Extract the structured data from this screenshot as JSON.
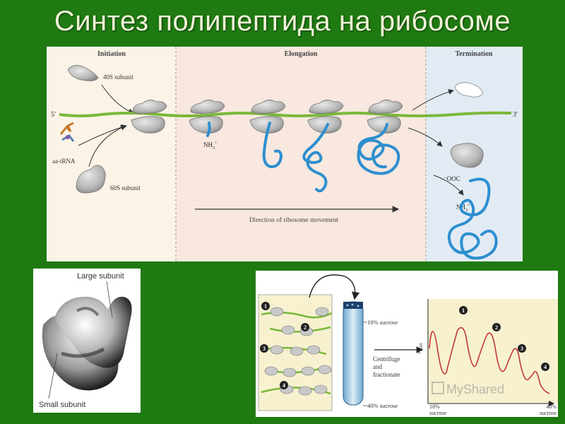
{
  "title": "Синтез полипептида на рибосоме",
  "top_diagram": {
    "stages": [
      "Initiation",
      "Elongation",
      "Termination"
    ],
    "subunit_40s": "40S subunit",
    "subunit_60s": "60S subunit",
    "aa_trna": "aa-tRNA",
    "five_prime": "5′",
    "three_prime": "3′",
    "nh3": "NH",
    "nh3_sub": "3",
    "nh3_sup": "+",
    "cooh": "⁻OOC",
    "direction": "Direction of ribosome movement",
    "colors": {
      "initiation_bg": "#fbf3e6",
      "elongation_bg": "#f8e8df",
      "termination_bg": "#e2ebf4",
      "mrna": "#7ab83a",
      "peptide": "#2d8fcf"
    }
  },
  "ribosome_photo": {
    "large_label": "Large subunit",
    "small_label": "Small subunit"
  },
  "polysome_panel": {
    "markers": [
      "1",
      "2",
      "3",
      "4"
    ],
    "tube_top": "10% sucrose",
    "tube_bottom": "40% sucrose",
    "arrow_label_1": "Centrifuge",
    "arrow_label_2": "and",
    "arrow_label_3": "fractionate",
    "ylabel": "A",
    "ylabel_sub": "260",
    "x_left_1": "10%",
    "x_left_2": "sucrose",
    "x_right_1": "40%",
    "x_right_2": "sucrose",
    "peak_labels": [
      "1",
      "2",
      "3",
      "4"
    ]
  },
  "watermark": "MyShared"
}
